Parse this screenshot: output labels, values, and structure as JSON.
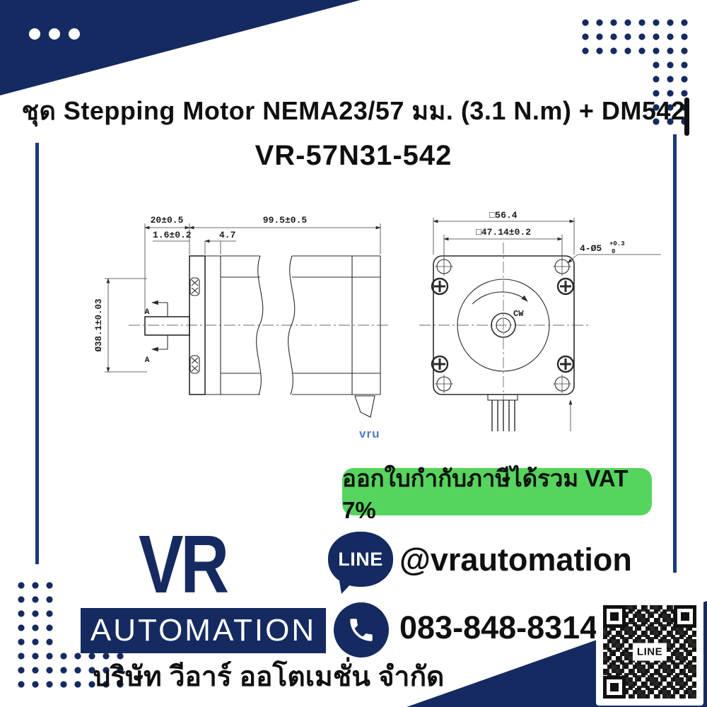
{
  "colors": {
    "navy": "#152a60",
    "green": "#57d45e",
    "watermark_blue": "#4e7cc4"
  },
  "header": {
    "title": "ชุด Stepping Motor NEMA23/57 มม. (3.1 N.m) + DM542",
    "model": "VR-57N31-542"
  },
  "drawing": {
    "watermark": "vru",
    "side_view": {
      "dim_shaft_length": "20±0.5",
      "dim_body_length": "99.5±0.5",
      "dim_flange_thickness": "1.6±0.2",
      "dim_pilot_depth": "4.7",
      "dim_flange_diameter": "Ø38.1±0.03",
      "section_label_top": "A",
      "section_label_bottom": "A"
    },
    "front_view": {
      "dim_outer_square": "□56.4",
      "dim_bolt_spacing": "□47.14±0.2",
      "dim_mount_holes": "4-Ø5",
      "dim_mount_holes_tol_upper": "+0.3",
      "dim_mount_holes_tol_lower": "0",
      "rotation_label": "CW"
    }
  },
  "badge": {
    "text": "ออกใบกำกับภาษีได้รวม VAT 7%"
  },
  "contact": {
    "line_button_label": "LINE",
    "line_id": "@vrautomation",
    "phone": "083-848-8314",
    "qr_center_label": "LINE"
  },
  "footer": {
    "logo_top": "VR",
    "logo_bottom": "AUTOMATION",
    "company_name": "บริษัท วีอาร์ ออโตเมชั่น จำกัด"
  }
}
